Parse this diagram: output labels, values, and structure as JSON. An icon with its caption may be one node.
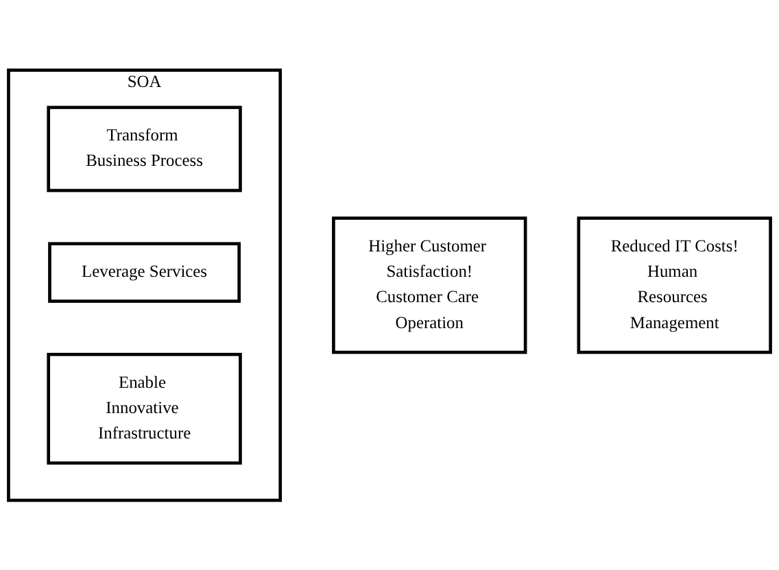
{
  "diagram": {
    "nodes": [
      {
        "text": [
          "Higher Customer Satisfaction!",
          "Customer Care Operation"
        ]
      },
      {
        "text": [
          "Reduced IT Costs!",
          "Human Resources Management"
        ]
      },
      {
        "text": [
          "SOA"
        ]
      },
      {
        "text": [
          "Transform Business Process"
        ],
        "in": 2
      },
      {
        "text": [
          "Leverage Services"
        ],
        "in": 2
      },
      {
        "text": [
          "Enable Innovative Infrastructure"
        ],
        "in": 2
      }
    ],
    "edges": []
  }
}
